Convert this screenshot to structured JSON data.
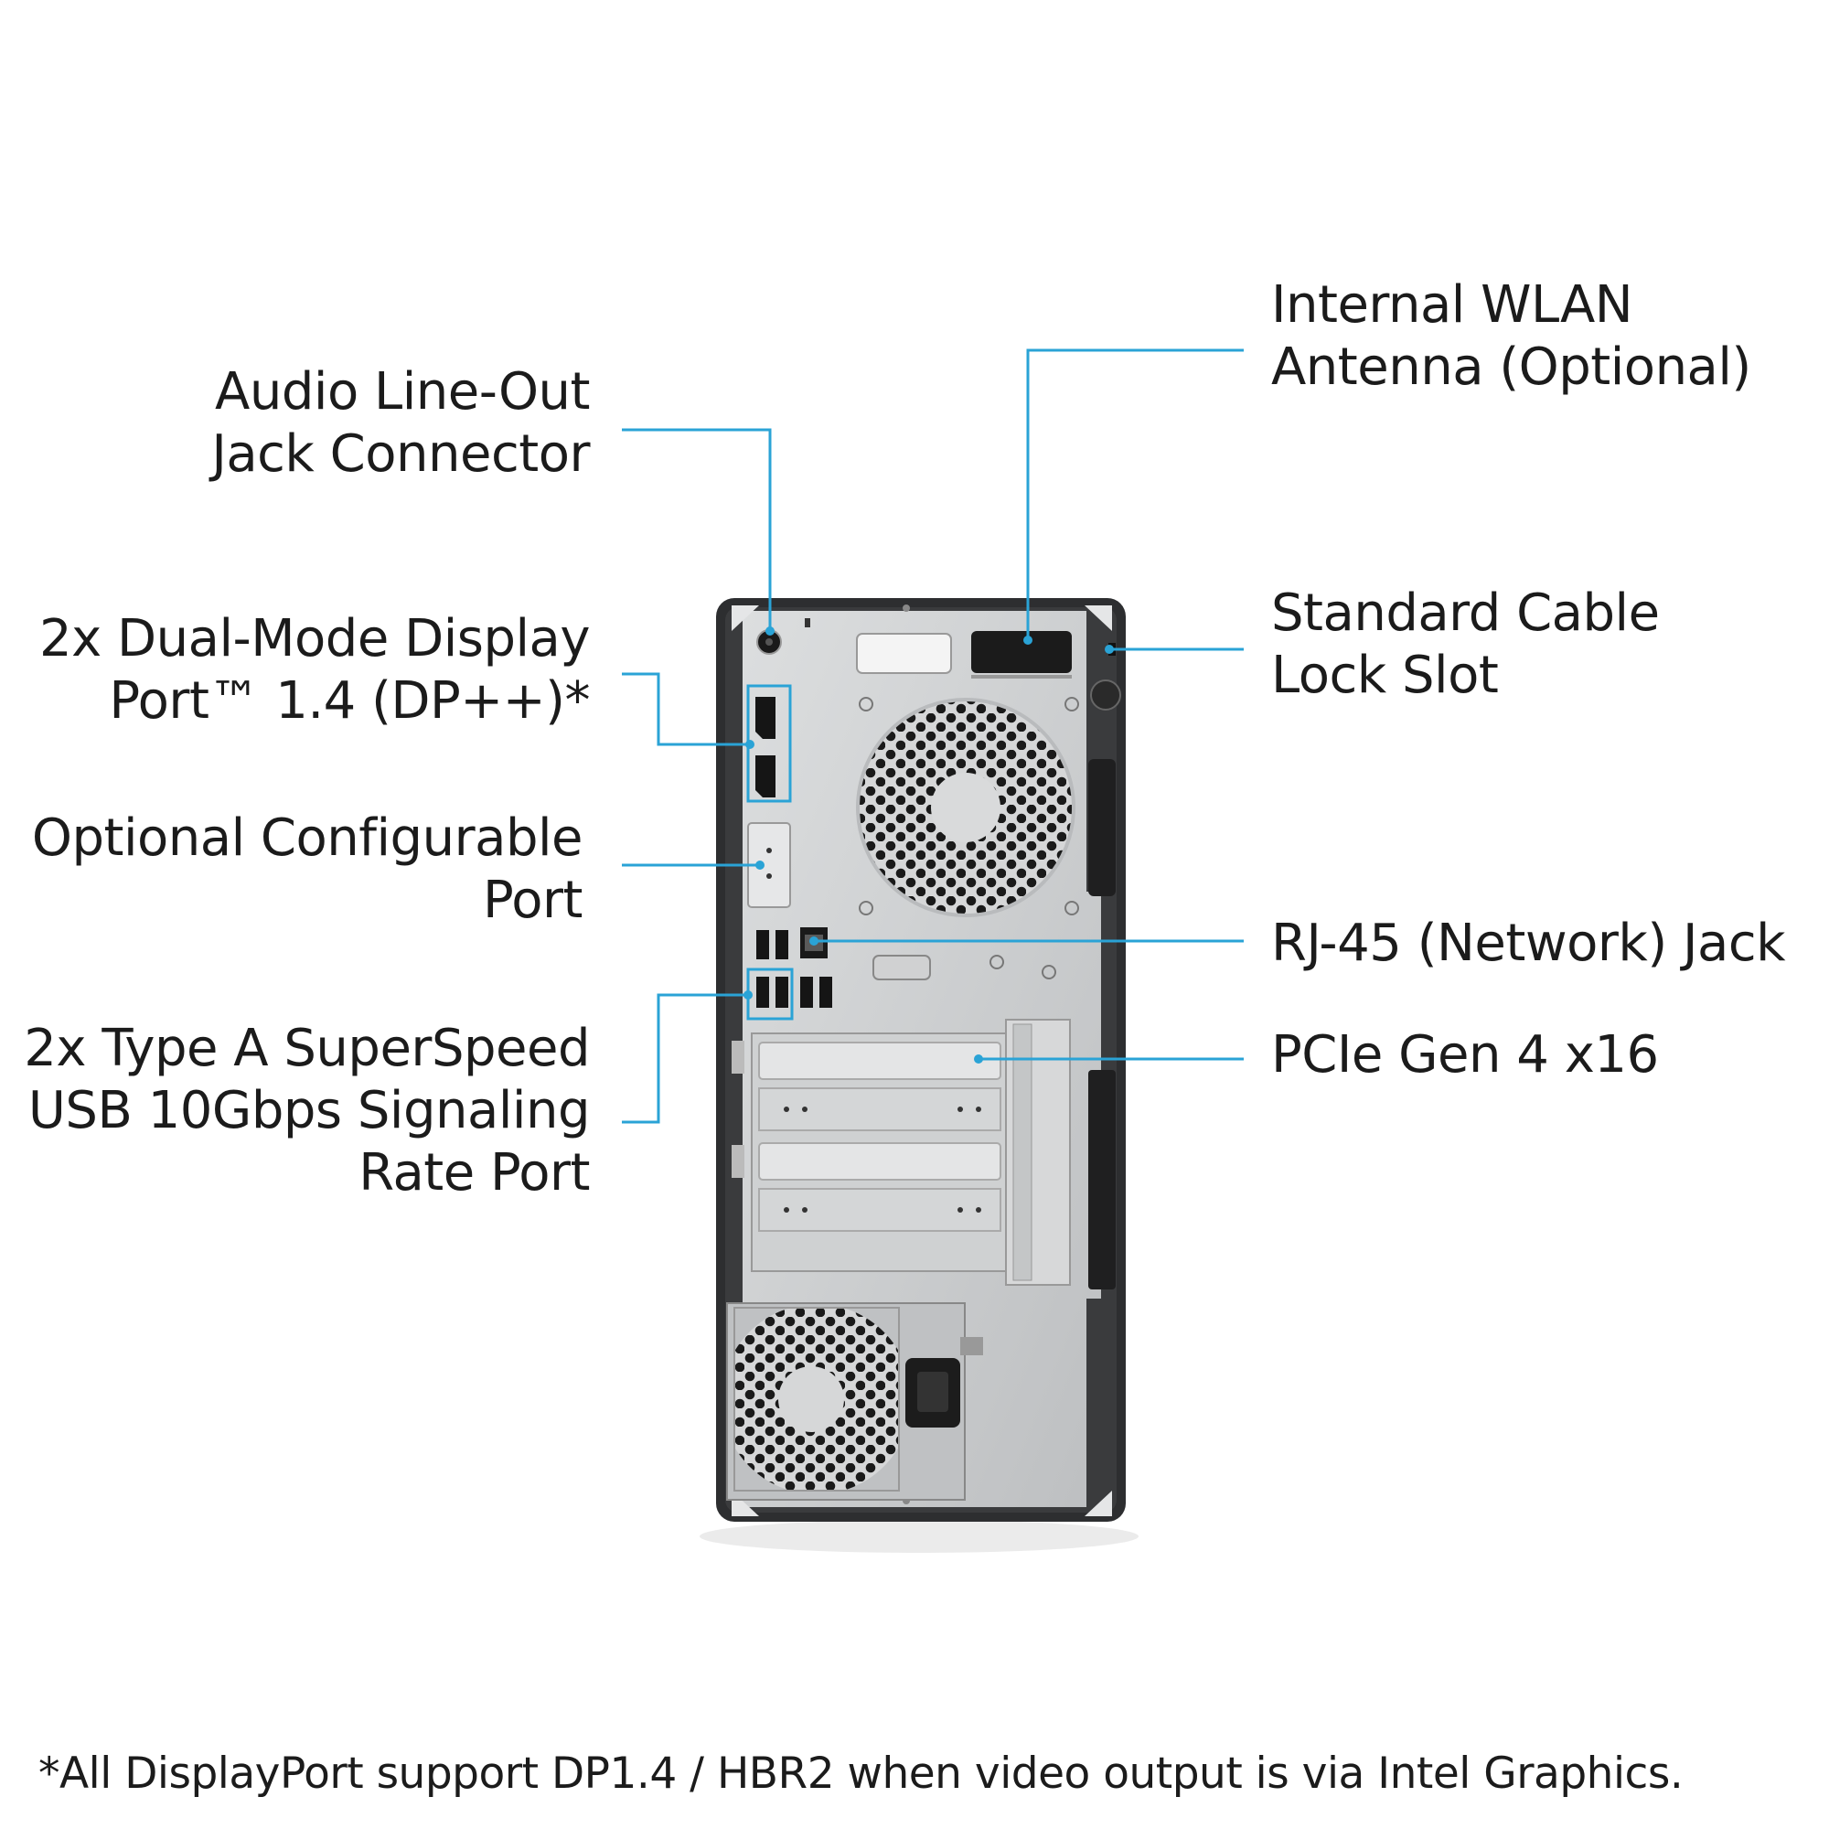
{
  "labels": {
    "audio": [
      "Audio Line-Out",
      "Jack Connector"
    ],
    "displayport": [
      "2x Dual-Mode Display",
      "Port™ 1.4 (DP++)*"
    ],
    "configurable": [
      "Optional Configurable",
      "Port"
    ],
    "usb": [
      "2x Type A SuperSpeed",
      "USB 10Gbps Signaling",
      "Rate Port"
    ],
    "wlan": [
      "Internal WLAN",
      "Antenna (Optional)"
    ],
    "lock": [
      "Standard Cable",
      "Lock Slot"
    ],
    "rj45": [
      "RJ-45 (Network) Jack"
    ],
    "pcie": [
      "PCIe Gen 4 x16"
    ]
  },
  "footnote": "*All DisplayPort support DP1.4 / HBR2 when video output is via Intel Graphics.",
  "colors": {
    "callout": "#2aa3d6",
    "chassis": "#2b2b2b",
    "panel": "#c9cbcd",
    "text": "#1b1b1b"
  }
}
